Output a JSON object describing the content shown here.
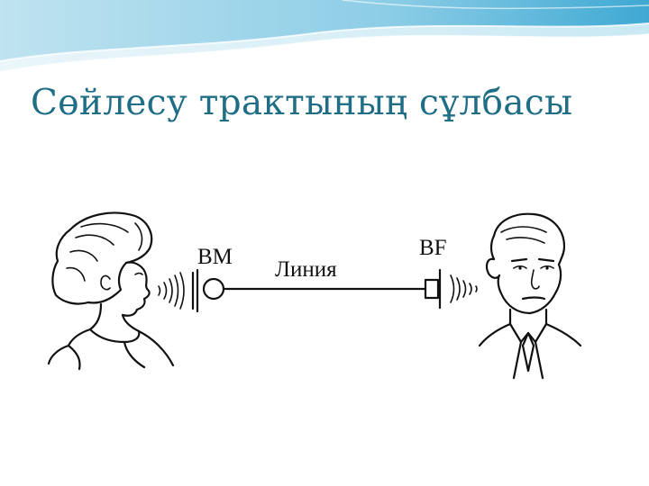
{
  "slide": {
    "title": "Сөйлесу трактының сұлбасы"
  },
  "diagram": {
    "microphone_label": "BM",
    "line_label": "Линия",
    "earphone_label": "BF"
  },
  "colors": {
    "title": "#1f6e86",
    "wave_light": "#d9eef5",
    "wave_mid": "#a8d8ea",
    "wave_dark": "#4db0d6",
    "ink": "#111111"
  }
}
